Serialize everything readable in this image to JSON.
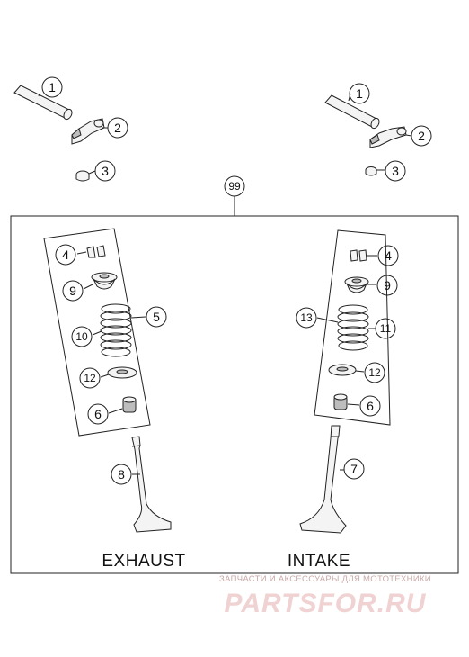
{
  "callouts": {
    "exhaust_rod": "1",
    "exhaust_rocker": "2",
    "exhaust_nut": "3",
    "kit": "99",
    "exhaust_keeper": "4",
    "exhaust_retainer": "9",
    "exhaust_spring": "5",
    "exhaust_spring_inner": "10",
    "exhaust_seat": "12",
    "exhaust_seal": "6",
    "exhaust_valve": "8",
    "intake_rod": "1",
    "intake_rocker": "2",
    "intake_nut": "3",
    "intake_keeper": "4",
    "intake_retainer": "9",
    "intake_spring_outer": "13",
    "intake_spring": "11",
    "intake_seat": "12",
    "intake_seal": "6",
    "intake_valve": "7"
  },
  "labels": {
    "exhaust": "EXHAUST",
    "intake": "INTAKE"
  },
  "watermark": {
    "tagline": "ЗАПЧАСТИ И АКСЕССУАРЫ ДЛЯ МОТОТЕХНИКИ",
    "brand": "PARTSFOR.RU"
  }
}
